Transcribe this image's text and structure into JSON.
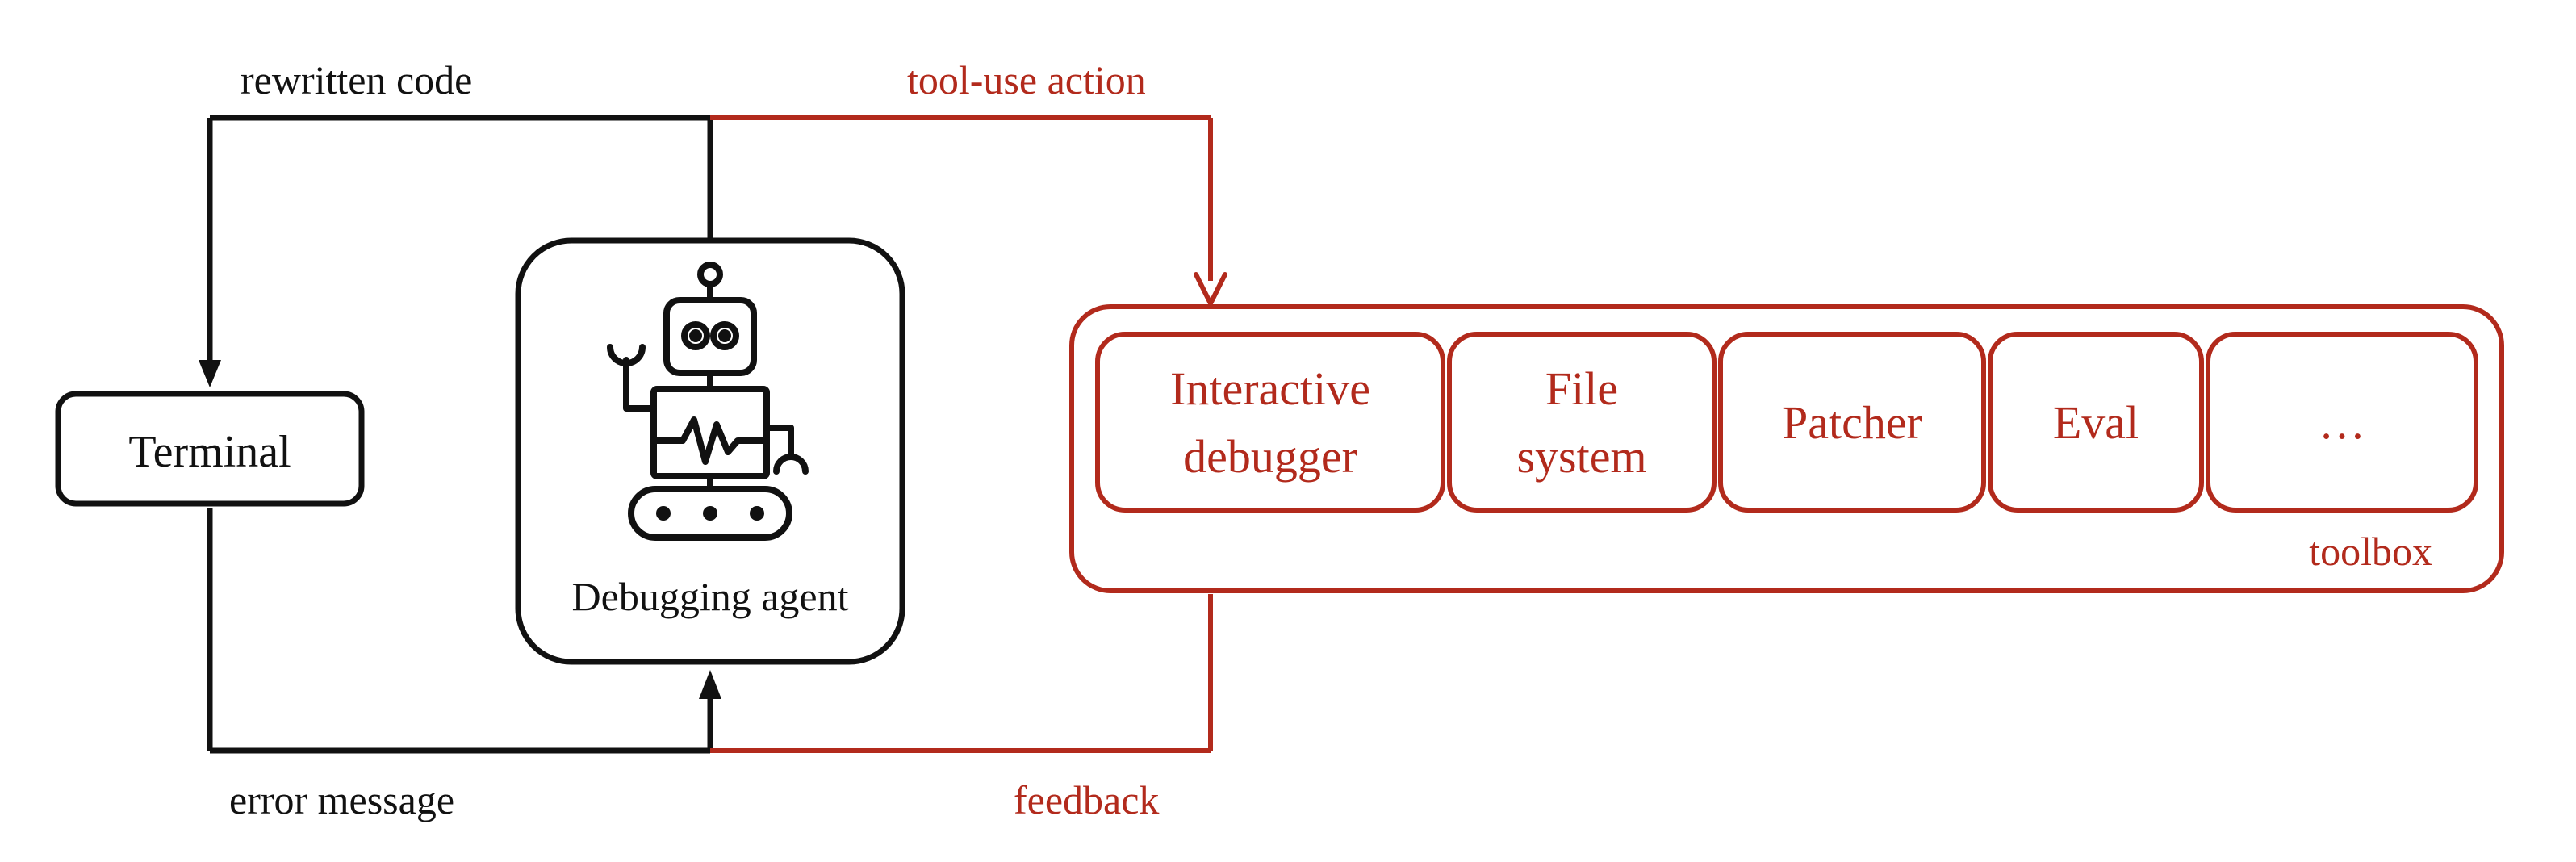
{
  "labels": {
    "rewritten_code": "rewritten code",
    "tool_use_action": "tool-use action",
    "error_message": "error message",
    "feedback": "feedback"
  },
  "terminal": {
    "label": "Terminal"
  },
  "agent": {
    "label": "Debugging agent",
    "icon": "robot-icon"
  },
  "toolbox": {
    "label": "toolbox",
    "tools": [
      {
        "lines": [
          "Interactive",
          "debugger"
        ]
      },
      {
        "lines": [
          "File",
          "system"
        ]
      },
      {
        "lines": [
          "Patcher"
        ]
      },
      {
        "lines": [
          "Eval"
        ]
      },
      {
        "lines": [
          "…"
        ]
      }
    ]
  },
  "colors": {
    "black": "#111111",
    "red": "#b22a1c"
  }
}
